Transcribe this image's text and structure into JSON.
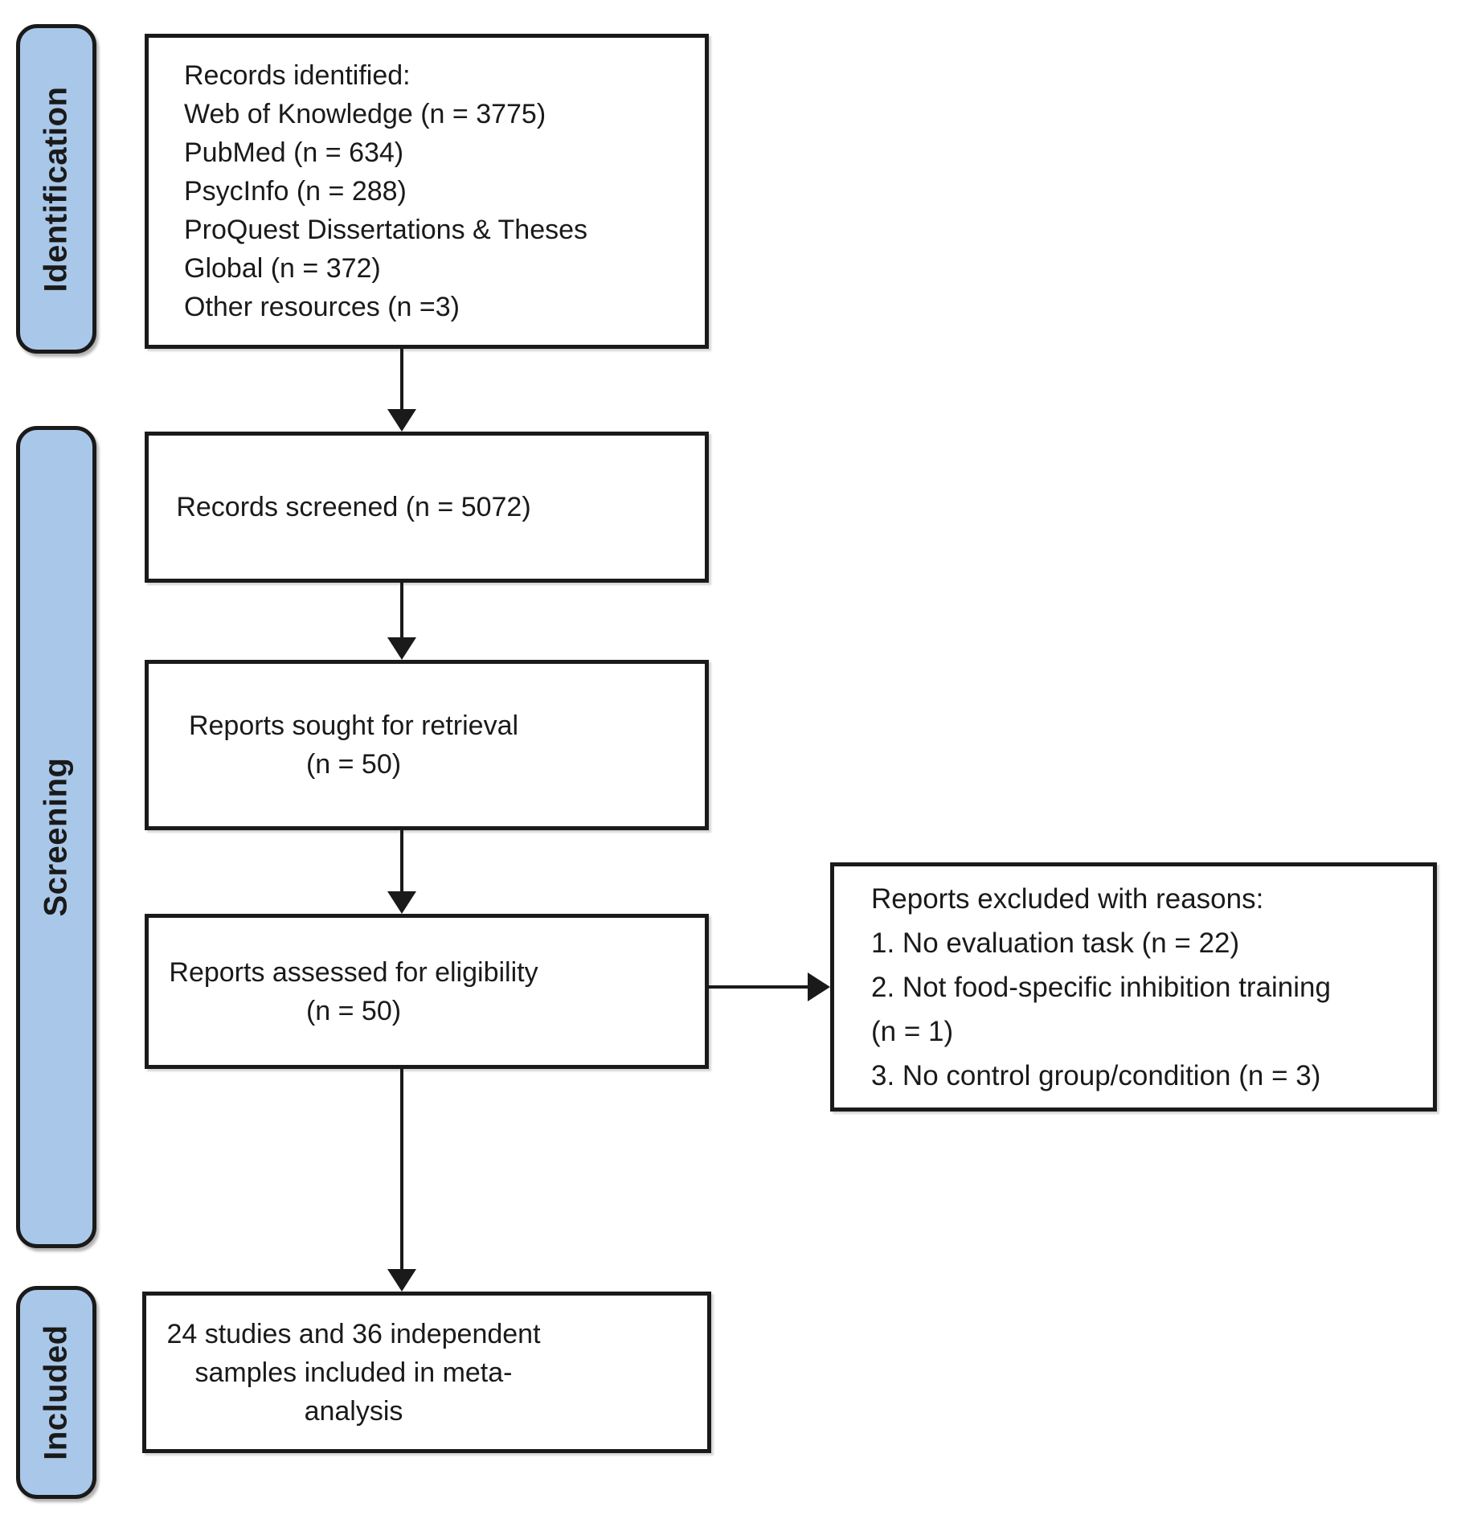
{
  "stages": [
    {
      "label": "Identification"
    },
    {
      "label": "Screening"
    },
    {
      "label": "Included"
    }
  ],
  "boxes": {
    "records_identified": {
      "lines": [
        "Records identified:",
        "Web of Knowledge (n = 3775)",
        "PubMed (n = 634)",
        "PsycInfo (n = 288)",
        "ProQuest Dissertations & Theses",
        "Global (n = 372)",
        "Other resources (n =3)"
      ]
    },
    "records_screened": {
      "lines": [
        "Records screened (n = 5072)"
      ]
    },
    "reports_sought": {
      "lines": [
        "Reports sought for retrieval",
        "(n = 50)"
      ]
    },
    "reports_assessed": {
      "lines": [
        "Reports assessed for eligibility",
        "(n = 50)"
      ]
    },
    "reports_excluded": {
      "lines": [
        "Reports excluded with reasons:",
        "1. No evaluation task (n = 22)",
        "2. Not food-specific inhibition training",
        "(n = 1)",
        "3. No control group/condition (n = 3)"
      ]
    },
    "included_meta": {
      "lines": [
        "24 studies and 36 independent",
        "samples included in meta-",
        "analysis"
      ]
    }
  },
  "colors": {
    "stage_fill": "#a9c8e9",
    "border_color": "#1a1a1a",
    "text_color": "#1a1a1a",
    "canvas_bg": "#ffffff"
  }
}
